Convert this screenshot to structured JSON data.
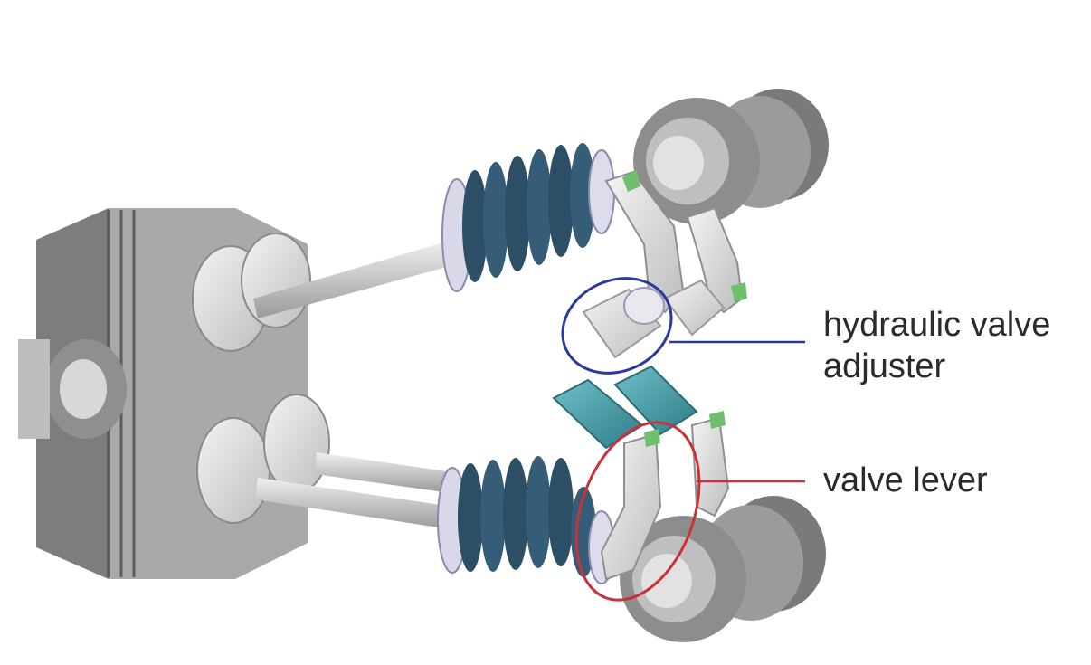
{
  "labels": {
    "hydraulic_line1": "hydraulic valve",
    "hydraulic_line2": "adjuster",
    "valve_lever": "valve lever"
  },
  "colors": {
    "callout_adjuster": "#2b3a9a",
    "callout_lever": "#c8323a",
    "spring": "#2c4f66",
    "adjuster_body_teal": "#3c8c96",
    "metal": "#b8b8b8"
  }
}
